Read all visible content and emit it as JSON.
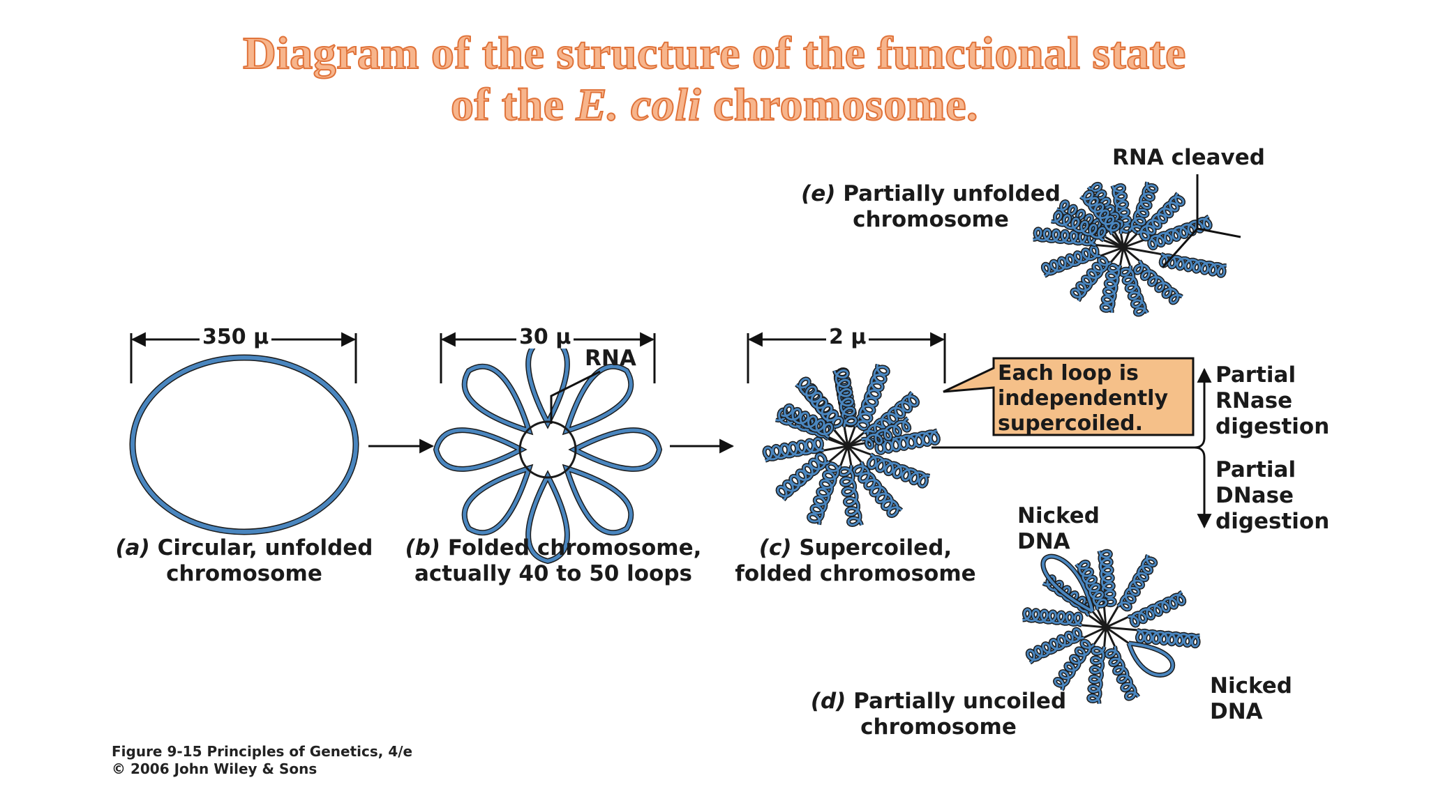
{
  "title": {
    "line1": "Diagram of the structure of the functional state",
    "line2_pre": "of the ",
    "line2_italic": "E. coli",
    "line2_post": " chromosome."
  },
  "scales": {
    "a": "350 μ",
    "b": "30 μ",
    "c": "2 μ"
  },
  "labels": {
    "rna": "RNA",
    "a_letter": "(a)",
    "a_line1": "Circular, unfolded",
    "a_line2": "chromosome",
    "b_letter": "(b)",
    "b_line1": "Folded chromosome,",
    "b_line2": "actually 40 to 50 loops",
    "c_letter": "(c)",
    "c_line1": "Supercoiled,",
    "c_line2": "folded chromosome",
    "d_letter": "(d)",
    "d_line1": "Partially uncoiled",
    "d_line2": "chromosome",
    "e_letter": "(e)",
    "e_line1": "Partially unfolded",
    "e_line2": "chromosome",
    "rna_cleaved": "RNA cleaved",
    "callout_line1": "Each loop is",
    "callout_line2": "independently",
    "callout_line3": "supercoiled.",
    "rnase_line1": "Partial",
    "rnase_line2": "RNase",
    "rnase_line3": "digestion",
    "dnase_line1": "Partial",
    "dnase_line2": "DNase",
    "dnase_line3": "digestion",
    "nicked1_line1": "Nicked",
    "nicked1_line2": "DNA",
    "nicked2_line1": "Nicked",
    "nicked2_line2": "DNA"
  },
  "footer": {
    "line1": "Figure 9-15  Principles of Genetics, 4/e",
    "line2": "© 2006 John Wiley & Sons"
  },
  "colors": {
    "dna_blue": "#4a86bf",
    "title_fill": "#f7b58c",
    "title_stroke": "#e0733a",
    "callout_fill": "#f5c089"
  }
}
